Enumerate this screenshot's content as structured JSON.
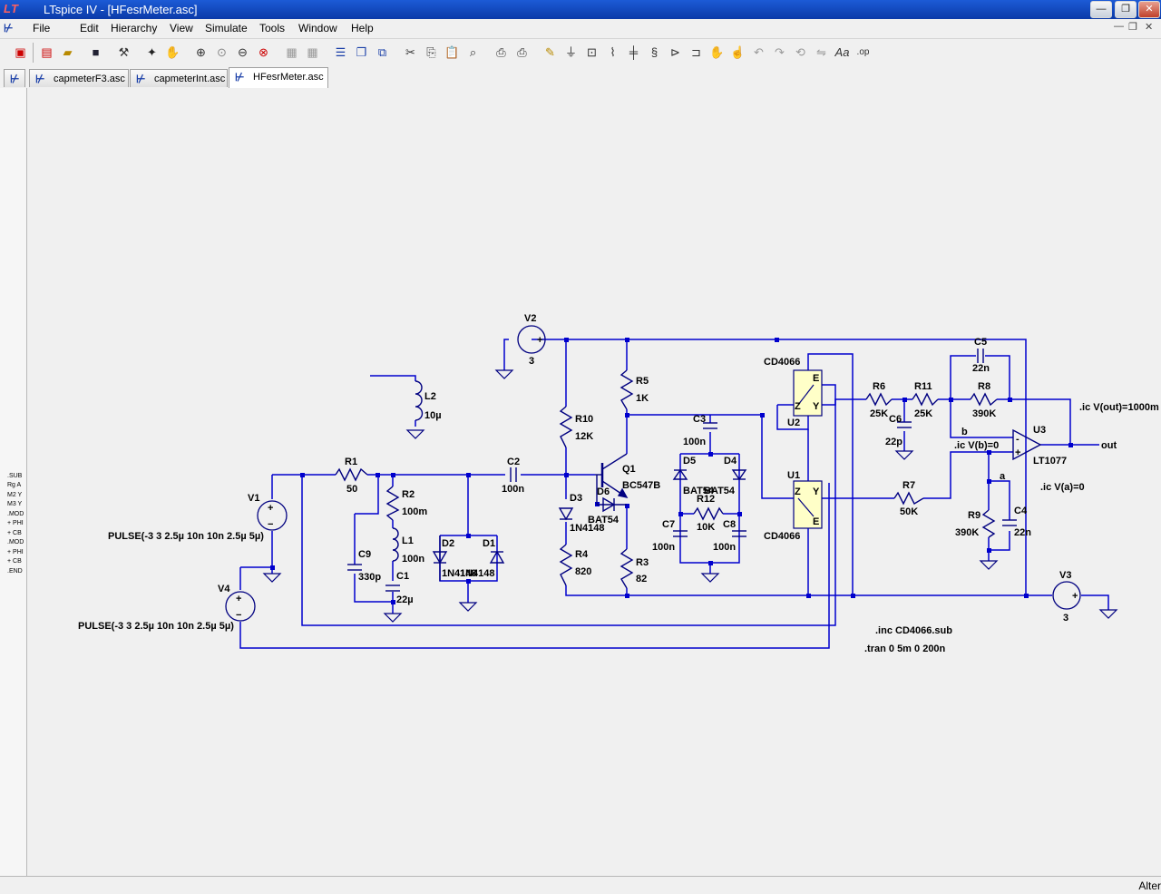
{
  "window": {
    "app_logo": "LT",
    "title": "LTspice IV - [HFesrMeter.asc]",
    "controls": [
      "—",
      "❐",
      "✕"
    ],
    "inner_controls": [
      "—",
      "❐",
      "✕"
    ]
  },
  "menu": [
    "File",
    "Edit",
    "Hierarchy",
    "View",
    "Simulate",
    "Tools",
    "Window",
    "Help"
  ],
  "toolbar": [
    "new-schematic",
    "open",
    "open-folder",
    "save",
    "control-panel",
    "run",
    "halt",
    "zoom-in",
    "pan",
    "zoom-out",
    "zoom-cancel",
    "autorange",
    "tile",
    "cascade",
    "close-all",
    "cut",
    "copy",
    "paste",
    "find",
    "print-preview",
    "print",
    "draw-wire",
    "ground",
    "label-net",
    "resistor",
    "capacitor",
    "inductor",
    "diode",
    "component",
    "move",
    "drag",
    "undo",
    "redo",
    "rotate",
    "mirror",
    "text",
    "spice-directive"
  ],
  "tabs": [
    {
      "label": "capmeterF3.asc",
      "active": false
    },
    {
      "label": "capmeterInt.asc",
      "active": false
    },
    {
      "label": "HFesrMeter.asc",
      "active": true
    }
  ],
  "left_netlist_fragment": [
    ".SUB",
    " Rg A",
    "M2 Y",
    "M3 Y",
    ".MOD",
    "+ PHI",
    "+ CB",
    ".MOD",
    "+ PHI",
    "+ CB",
    ".END"
  ],
  "schematic": {
    "V1": {
      "name": "V1",
      "value": "PULSE(-3 3 2.5µ 10n 10n 2.5µ 5µ)"
    },
    "V4": {
      "name": "V4",
      "value": "PULSE(-3 3 2.5µ 10n 10n 2.5µ 5µ)"
    },
    "V2": {
      "name": "V2",
      "value": "3"
    },
    "V3": {
      "name": "V3",
      "value": "3"
    },
    "R1": {
      "name": "R1",
      "value": "50"
    },
    "R2": {
      "name": "R2",
      "value": "100m"
    },
    "R3": {
      "name": "R3",
      "value": "82"
    },
    "R4": {
      "name": "R4",
      "value": "820"
    },
    "R5": {
      "name": "R5",
      "value": "1K"
    },
    "R6": {
      "name": "R6",
      "value": "25K"
    },
    "R7": {
      "name": "R7",
      "value": "50K"
    },
    "R8": {
      "name": "R8",
      "value": "390K"
    },
    "R9": {
      "name": "R9",
      "value": "390K"
    },
    "R10": {
      "name": "R10",
      "value": "12K"
    },
    "R11": {
      "name": "R11",
      "value": "25K"
    },
    "R12": {
      "name": "R12",
      "value": "10K"
    },
    "L1": {
      "name": "L1",
      "value": "100n"
    },
    "L2": {
      "name": "L2",
      "value": "10µ"
    },
    "C1": {
      "name": "C1",
      "value": "22µ"
    },
    "C2": {
      "name": "C2",
      "value": "100n"
    },
    "C3": {
      "name": "C3",
      "value": "100n"
    },
    "C4": {
      "name": "C4",
      "value": "22n"
    },
    "C5": {
      "name": "C5",
      "value": "22n"
    },
    "C6": {
      "name": "C6",
      "value": "22p"
    },
    "C7": {
      "name": "C7",
      "value": "100n"
    },
    "C8": {
      "name": "C8",
      "value": "100n"
    },
    "C9": {
      "name": "C9",
      "value": "330p"
    },
    "D1": {
      "name": "D1",
      "value": "1N4148"
    },
    "D2": {
      "name": "D2",
      "value": "1N4148"
    },
    "D3": {
      "name": "D3",
      "value": "1N4148"
    },
    "D4": {
      "name": "D4",
      "value": "BAT54"
    },
    "D5": {
      "name": "D5",
      "value": "BAT54"
    },
    "D6": {
      "name": "D6",
      "value": "BAT54"
    },
    "Q1": {
      "name": "Q1",
      "value": "BC547B"
    },
    "U1": {
      "name": "U1",
      "value": "CD4066"
    },
    "U2": {
      "name": "U2",
      "value": "CD4066"
    },
    "U3": {
      "name": "U3",
      "value": "LT1077"
    },
    "pins": {
      "E": "E",
      "Z": "Z",
      "Y": "Y"
    },
    "opamp_signs": {
      "minus": "-",
      "plus": "+"
    },
    "source_signs": {
      "plus": "+",
      "minus": "−"
    },
    "net_labels": {
      "a": "a",
      "b": "b",
      "out": "out"
    },
    "directives": {
      "ic_out": ".ic V(out)=1000m",
      "ic_b": ".ic V(b)=0",
      "ic_a": ".ic V(a)=0",
      "inc": ".inc CD4066.sub",
      "tran": ".tran 0 5m 0 200n"
    }
  },
  "status": {
    "text": "Alter"
  },
  "colors": {
    "wire": "#0000cd",
    "component": "#000080",
    "switch_fill": "#ffffc8",
    "title_bar": "#1c5bd6"
  }
}
